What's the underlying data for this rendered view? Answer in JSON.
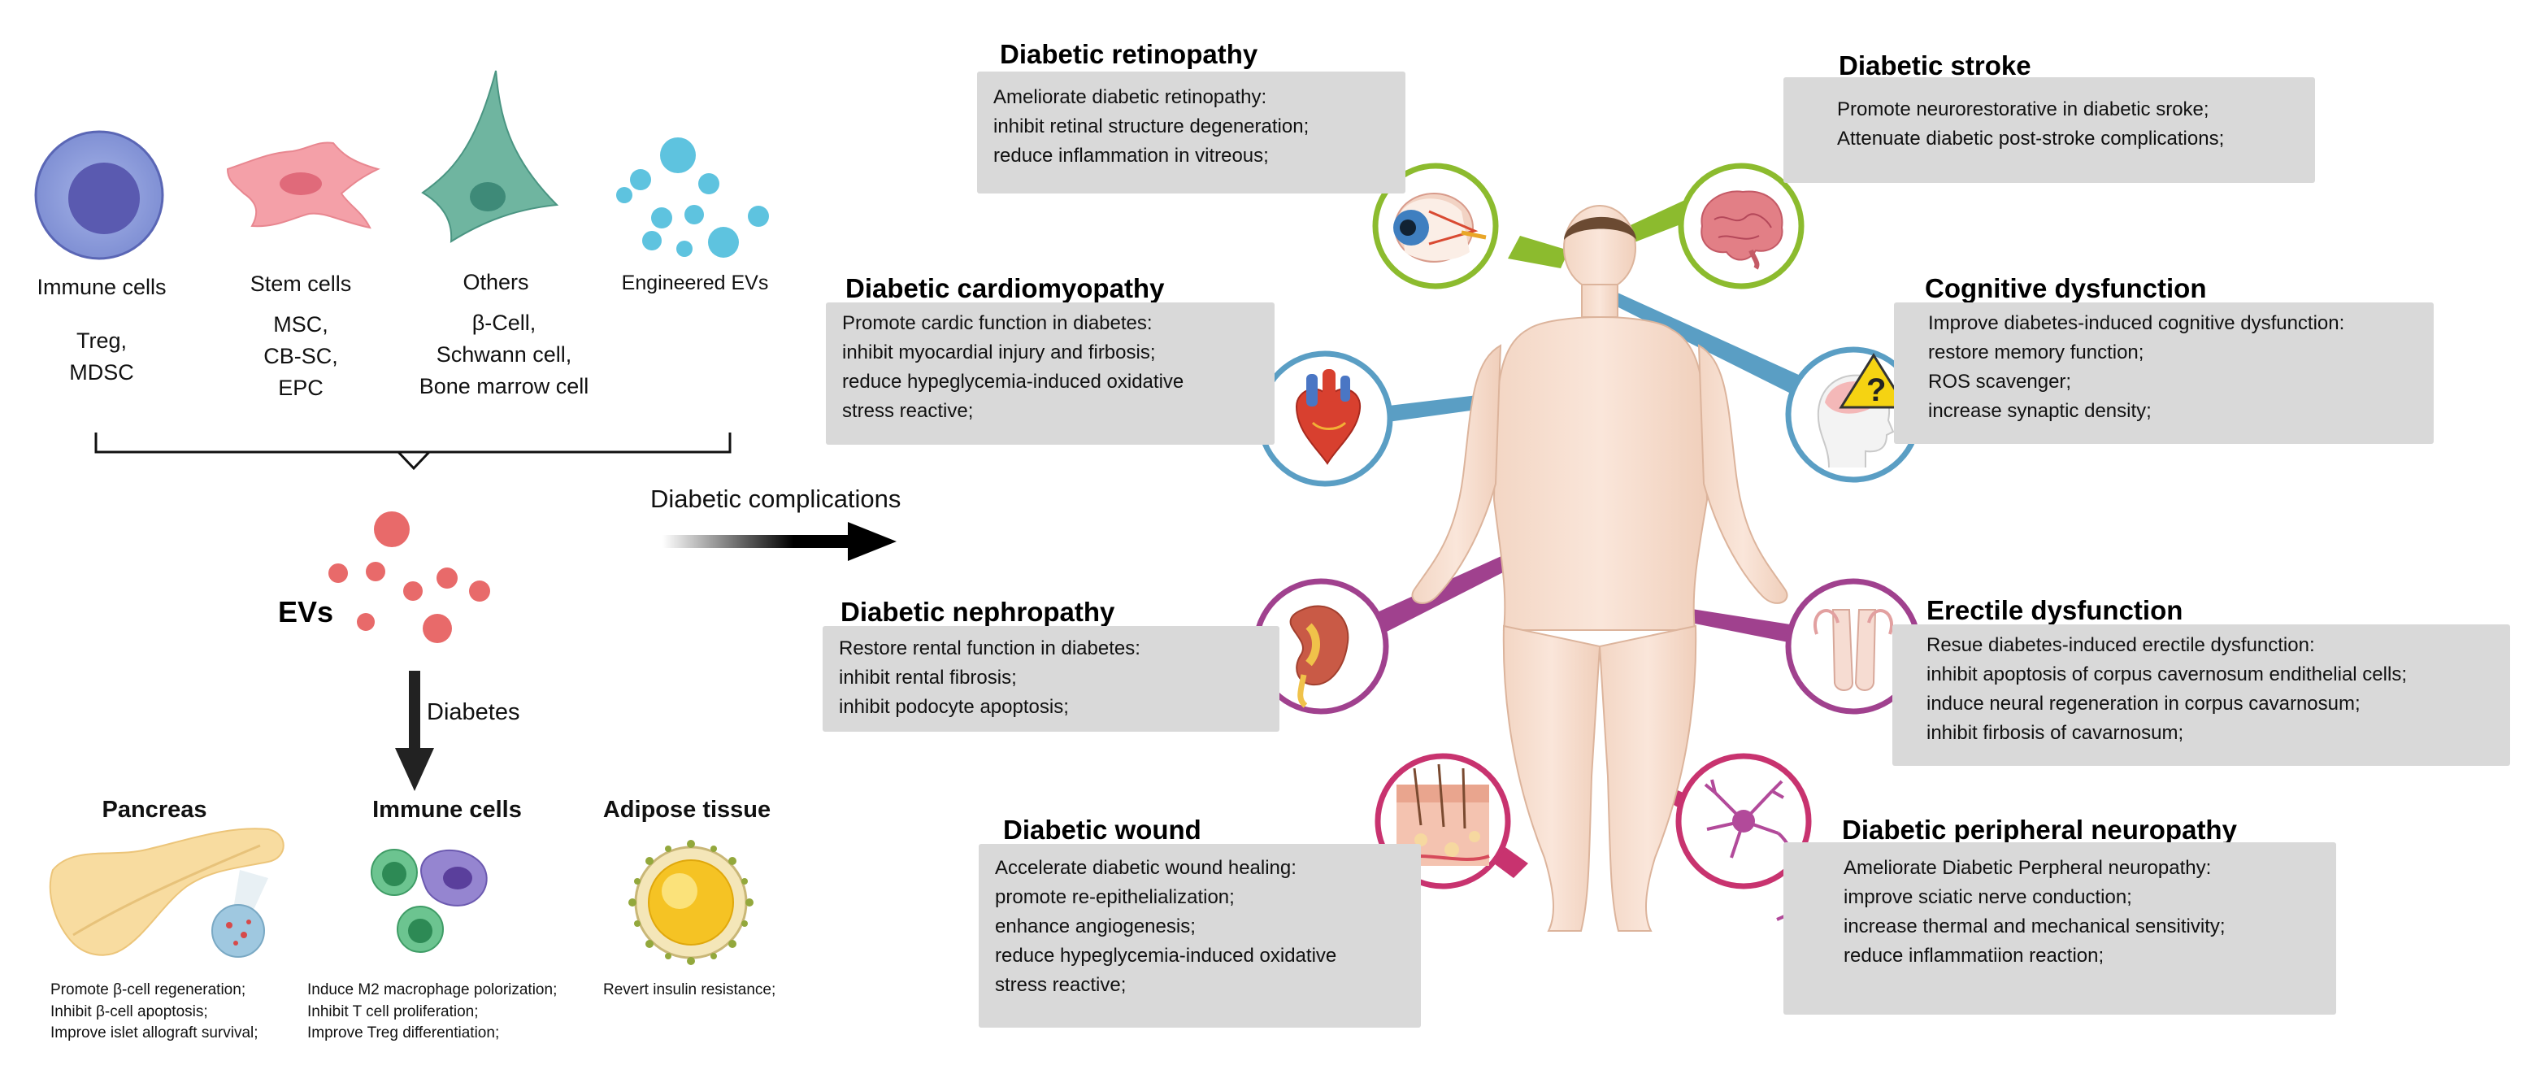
{
  "sources": {
    "immune": {
      "title": "Immune cells",
      "items": [
        "Treg,",
        "MDSC"
      ]
    },
    "stem": {
      "title": "Stem cells",
      "items": [
        "MSC,",
        "CB-SC,",
        "EPC"
      ]
    },
    "others": {
      "title": "Others",
      "items": [
        "β-Cell,",
        "Schwann cell,",
        "Bone marrow cell"
      ]
    },
    "engineered": {
      "title": "Engineered EVs"
    }
  },
  "evs_label": "EVs",
  "diabetes_label": "Diabetes",
  "complications_label": "Diabetic complications",
  "targets": {
    "pancreas": {
      "title": "Pancreas",
      "items": [
        "Promote β-cell regeneration;",
        "Inhibit β-cell apoptosis;",
        "Improve islet allograft survival;"
      ]
    },
    "immune": {
      "title": "Immune cells",
      "items": [
        "Induce M2 macrophage polorization;",
        "Inhibit T cell proliferation;",
        "Improve Treg differentiation;"
      ]
    },
    "adipose": {
      "title": "Adipose tissue",
      "items": [
        "Revert  insulin resistance;"
      ]
    }
  },
  "complications": {
    "retinopathy": {
      "title": "Diabetic retinopathy",
      "lines": [
        "Ameliorate diabetic retinopathy:",
        "inhibit  retinal structure degeneration;",
        "reduce inflammation in vitreous;"
      ]
    },
    "stroke": {
      "title": "Diabetic stroke",
      "lines": [
        "Promote neurorestorative in diabetic sroke;",
        "Attenuate diabetic post-stroke complications;"
      ]
    },
    "cardiomyopathy": {
      "title": "Diabetic cardiomyopathy",
      "lines": [
        "Promote cardic function in diabetes:",
        "inhibit myocardial injury and firbosis;",
        "reduce hypeglycemia-induced oxidative",
        "stress reactive;"
      ]
    },
    "cognitive": {
      "title": "Cognitive dysfunction",
      "lines": [
        "Improve diabetes-induced cognitive dysfunction:",
        "restore memory function;",
        "ROS scavenger;",
        "increase synaptic density;"
      ]
    },
    "nephropathy": {
      "title": "Diabetic nephropathy",
      "lines": [
        "Restore rental function in diabetes:",
        "inhibit rental fibrosis;",
        "inhibit podocyte apoptosis;"
      ]
    },
    "erectile": {
      "title": "Erectile dysfunction",
      "lines": [
        "Resue diabetes-induced erectile dysfunction:",
        "inhibit apoptosis of corpus cavernosum endithelial cells;",
        "induce neural regeneration in corpus cavarnosum;",
        "inhibit firbosis of cavarnosum;"
      ]
    },
    "wound": {
      "title": "Diabetic wound",
      "lines": [
        "Accelerate diabetic wound healing:",
        "promote re-epithelialization;",
        "enhance angiogenesis;",
        "reduce hypeglycemia-induced oxidative",
        "stress reactive;"
      ]
    },
    "neuropathy": {
      "title": "Diabetic peripheral neuropathy",
      "lines": [
        "Ameliorate Diabetic Perpheral neuropathy:",
        "improve sciatic nerve conduction;",
        "increase thermal and mechanical sensitivity;",
        "reduce inflammatiion reaction;"
      ]
    }
  },
  "colors": {
    "eye": "#8cbb2e",
    "heart": "#5a9ec4",
    "kidney": "#a0418e",
    "skin": "#c8336f",
    "brain": "#8cbb2e",
    "cognitive": "#5a9ec4",
    "erectile": "#a0418e",
    "nerve": "#c8336f",
    "box": "#d9d9d9"
  }
}
